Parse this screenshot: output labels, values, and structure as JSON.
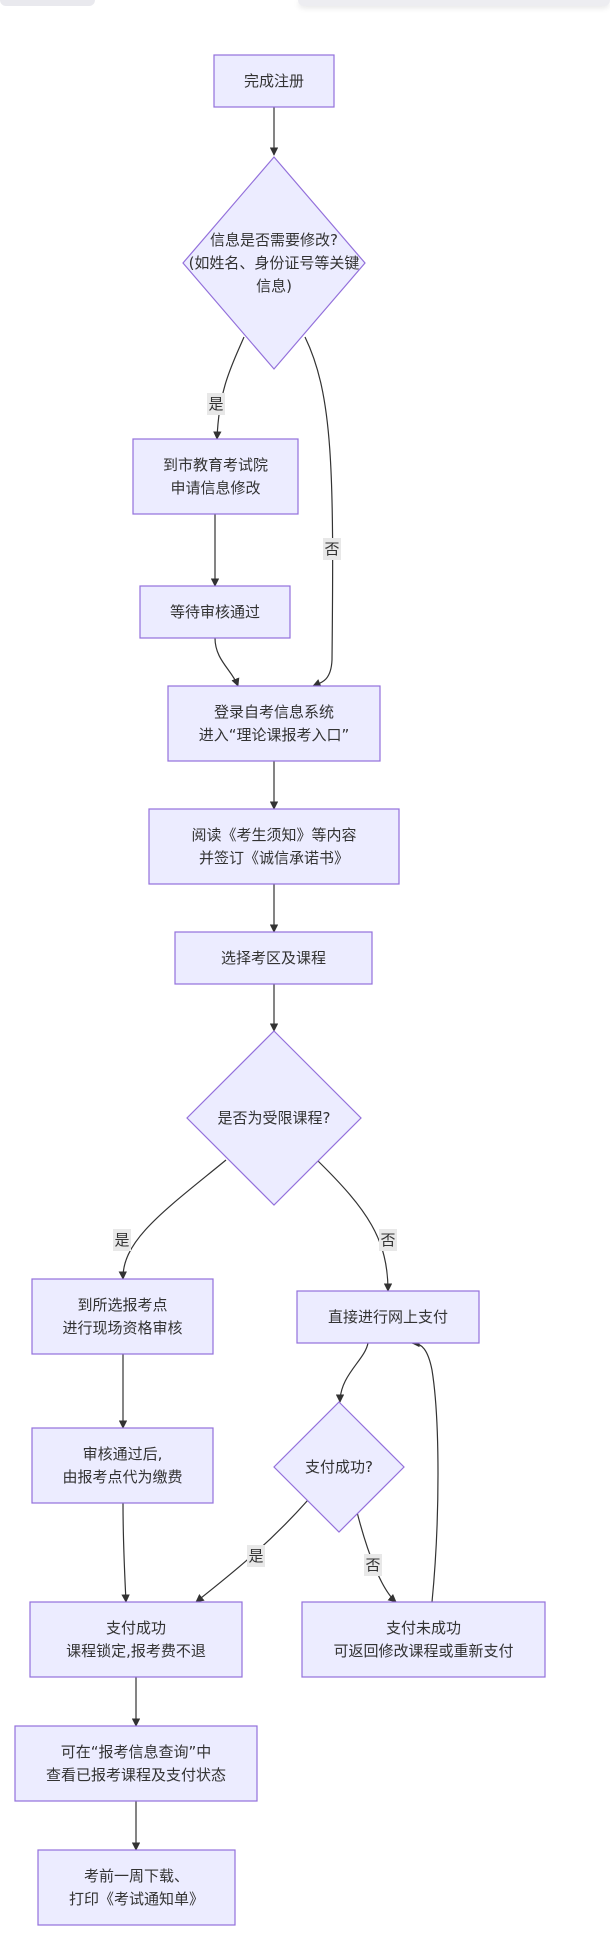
{
  "colors": {
    "node_fill": "#ececff",
    "node_border": "#9370db",
    "edge": "#333333",
    "text": "#333333",
    "edge_label_bg": "#e8e8e8"
  },
  "nodes": {
    "complete_registration": [
      "完成注册"
    ],
    "need_modify_decision": [
      "信息是否需要修改?",
      "(如姓名、身份证号等关键",
      "信息)"
    ],
    "apply_modification": [
      "到市教育考试院",
      "申请信息修改"
    ],
    "wait_review": [
      "等待审核通过"
    ],
    "login_system": [
      "登录自考信息系统",
      "进入“理论课报考入口”"
    ],
    "read_notice": [
      "阅读《考生须知》等内容",
      "并签订《诚信承诺书》"
    ],
    "select_area": [
      "选择考区及课程"
    ],
    "restricted_decision": [
      "是否为受限课程?"
    ],
    "onsite_review": [
      "到所选报考点",
      "进行现场资格审核"
    ],
    "online_payment": [
      "直接进行网上支付"
    ],
    "point_payment": [
      "审核通过后,",
      "由报考点代为缴费"
    ],
    "payment_decision": [
      "支付成功?"
    ],
    "payment_success": [
      "支付成功",
      "课程锁定,报考费不退"
    ],
    "payment_failed": [
      "支付未成功",
      "可返回修改课程或重新支付"
    ],
    "query_status": [
      "可在“报考信息查询”中",
      "查看已报考课程及支付状态"
    ],
    "print_notice": [
      "考前一周下载、",
      "打印《考试通知单》"
    ]
  },
  "edge_labels": {
    "modify_yes": "是",
    "modify_no": "否",
    "restricted_yes": "是",
    "restricted_no": "否",
    "payment_yes": "是",
    "payment_no": "否"
  }
}
